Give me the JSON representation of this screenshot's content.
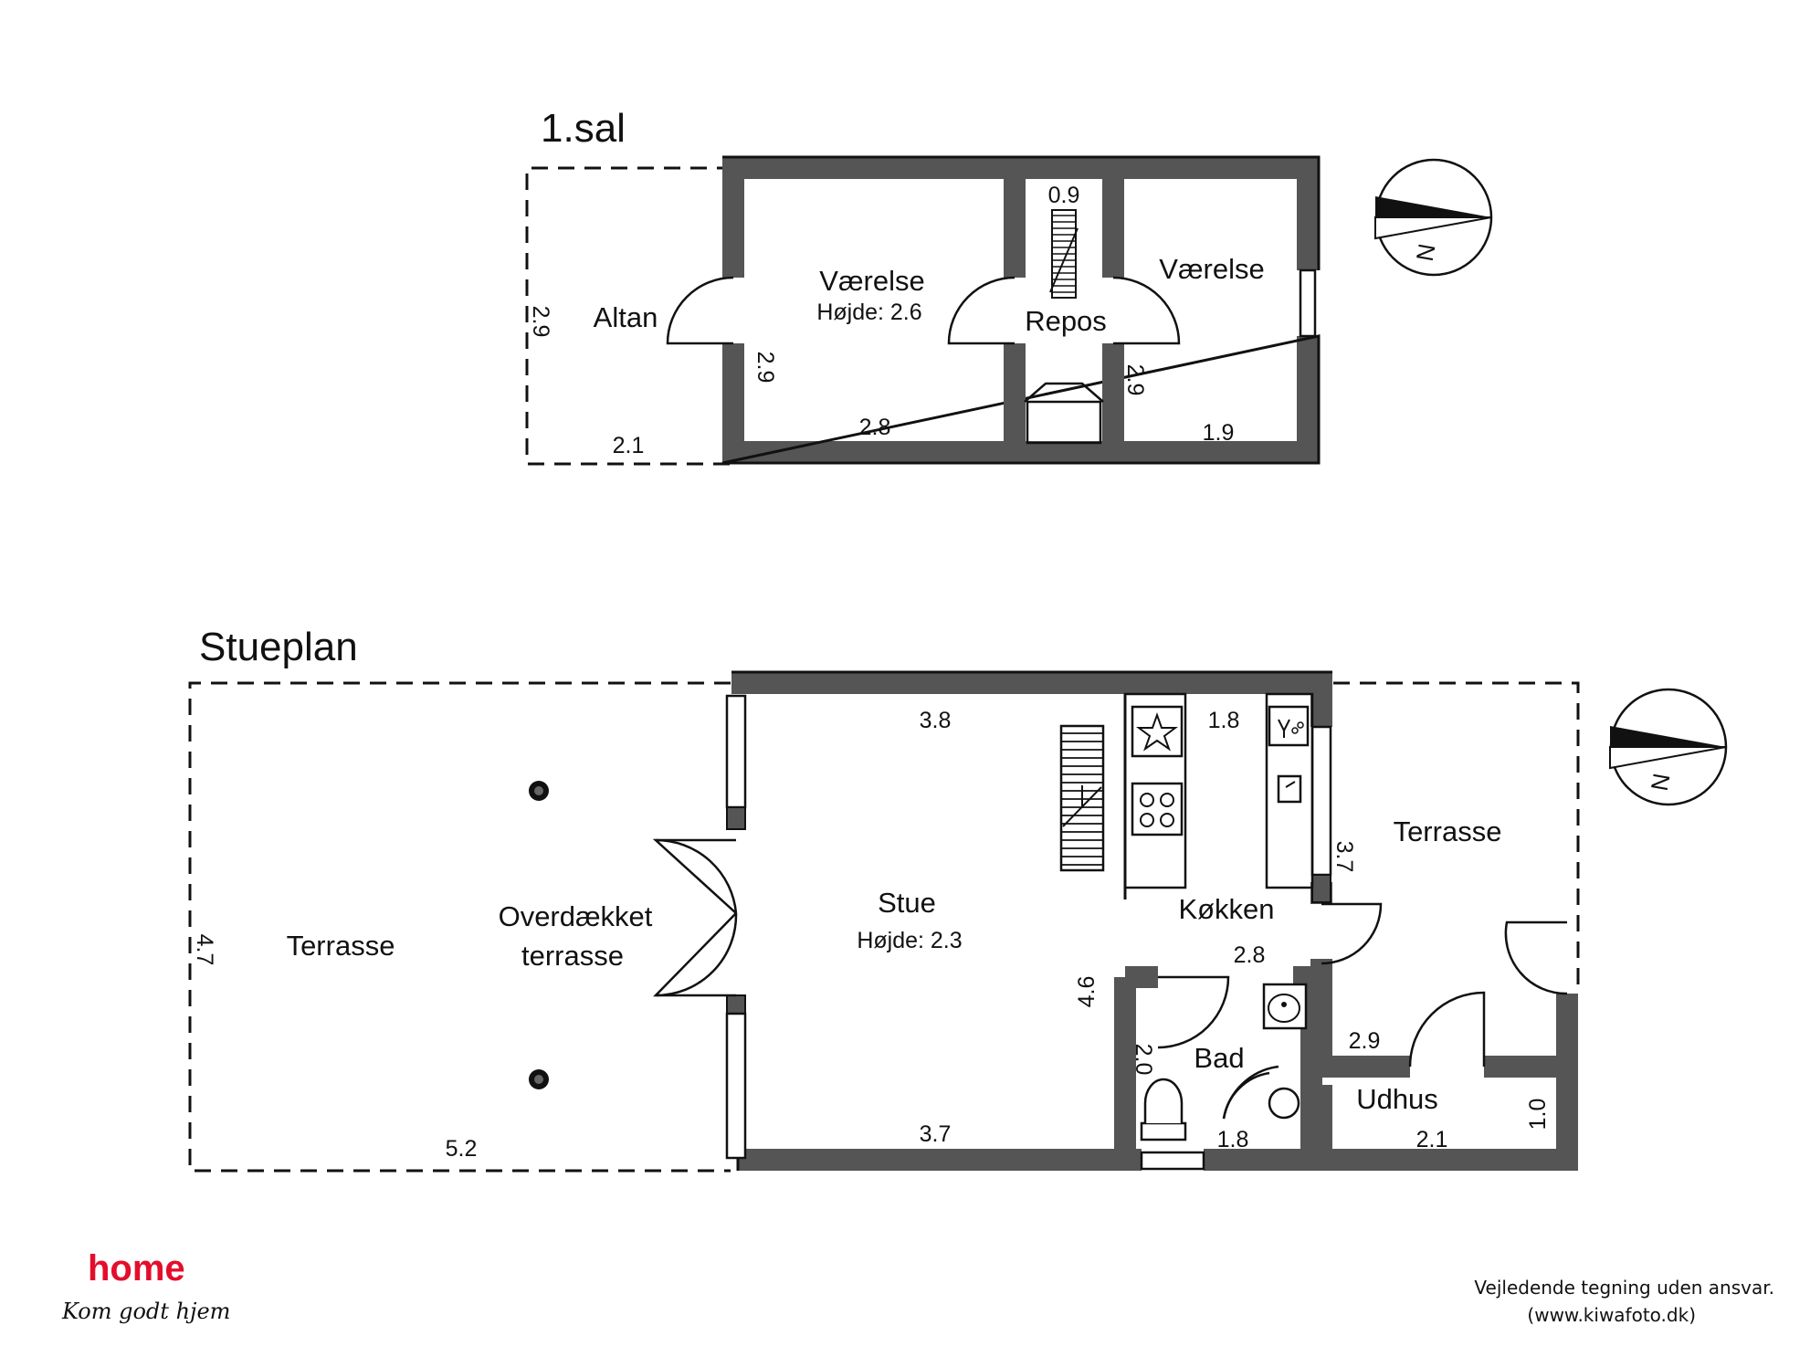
{
  "upper": {
    "title": "1.sal",
    "rooms": {
      "altan": "Altan",
      "vaerelse1": "Værelse",
      "vaerelse1_height": "Højde: 2.6",
      "repos": "Repos",
      "vaerelse2": "Værelse"
    },
    "dims": {
      "altan_h": "2.9",
      "altan_w": "2.1",
      "v1_h": "2.9",
      "v1_w": "2.8",
      "stair_w": "0.9",
      "v2_h": "2.9",
      "v2_w": "1.9"
    }
  },
  "ground": {
    "title": "Stueplan",
    "rooms": {
      "terrasse_left": "Terrasse",
      "overdaekket1": "Overdækket",
      "overdaekket2": "terrasse",
      "stue": "Stue",
      "stue_height": "Højde: 2.3",
      "koekken": "Køkken",
      "terrasse_right": "Terrasse",
      "bad": "Bad",
      "udhus": "Udhus"
    },
    "dims": {
      "terrasse_h": "4.7",
      "terrasse_w": "5.2",
      "stue_top": "3.8",
      "stue_bottom": "3.7",
      "stue_side": "4.6",
      "koekken_w": "1.8",
      "koekken_bottom": "2.8",
      "right_terrasse_h": "3.7",
      "bad_h": "2.0",
      "bad_w": "1.8",
      "udhus_top": "2.9",
      "udhus_w": "2.1",
      "udhus_h": "1.0"
    }
  },
  "compass_label": "N",
  "icons": [
    "compass-icon",
    "stove-icon",
    "hob-icon",
    "sink-icon",
    "washbasin-icon",
    "toilet-icon",
    "post-icon",
    "staircase-icon"
  ],
  "brand": {
    "name": "home",
    "slogan": "Kom godt hjem",
    "color": "#e30e2c"
  },
  "footer": {
    "line1": "Vejledende tegning uden ansvar.",
    "line2": "(www.kiwafoto.dk)"
  }
}
